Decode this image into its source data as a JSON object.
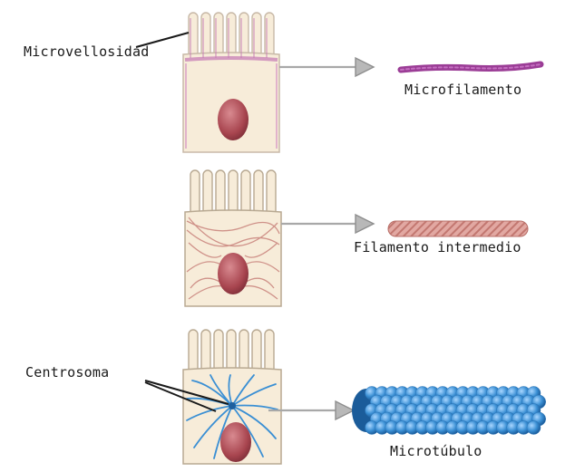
{
  "labels": {
    "microvillus": "Microvellosidad",
    "microfilament": "Microfilamento",
    "intermediate_filament": "Filamento intermedio",
    "centrosome": "Centrosoma",
    "microtubule": "Microtúbulo"
  },
  "colors": {
    "cell_fill": "#f7ecd9",
    "cell_outline": "#c8b9a8",
    "nucleus": "#a8454f",
    "microfilament": "#9b3d96",
    "intermediate_filament": "#d99a94",
    "microtubule": "#3a8fd4",
    "arrow": "#a8a8a8"
  }
}
